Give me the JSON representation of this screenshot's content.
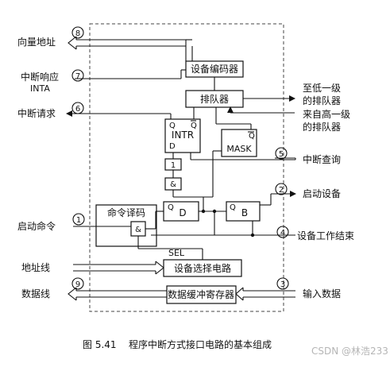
{
  "signals": {
    "vector_address": {
      "num": "8",
      "label": "向量地址"
    },
    "int_response": {
      "num": "7",
      "label": "中断响应",
      "sub": "INTA"
    },
    "int_request": {
      "num": "6",
      "label": "中断请求"
    },
    "int_query": {
      "num": "5",
      "label": "中断查询"
    },
    "start_device": {
      "num": "2",
      "label": "启动设备"
    },
    "start_command": {
      "num": "1",
      "label": "启动命令"
    },
    "device_done": {
      "num": "4",
      "label": "设备工作结束"
    },
    "address_line": {
      "label": "地址线"
    },
    "data_line": {
      "num": "9",
      "label": "数据线"
    },
    "input_data": {
      "num": "3",
      "label": "输入数据"
    }
  },
  "right_labels": {
    "to_lower": [
      "至低一级",
      "的排队器"
    ],
    "from_higher": [
      "来自高一级",
      "的排队器"
    ]
  },
  "blocks": {
    "encoder": "设备编码器",
    "queue": "排队器",
    "intr_q": "Q",
    "intr_qbar": "Q",
    "intr_name": "INTR",
    "intr_d": "D",
    "mask_q": "Q",
    "mask_name": "MASK",
    "one": "1",
    "and1": "&",
    "cmd_decoder": "命令译码",
    "and2": "&",
    "d_q": "Q",
    "d_name": "D",
    "b_q": "Q",
    "b_name": "B",
    "sel": "SEL",
    "dev_select": "设备选择电路",
    "data_buffer": "数据缓冲寄存器"
  },
  "caption": {
    "fig": "图 5.41",
    "text": "程序中断方式接口电路的基本组成"
  },
  "watermark": "CSDN @林浩233"
}
